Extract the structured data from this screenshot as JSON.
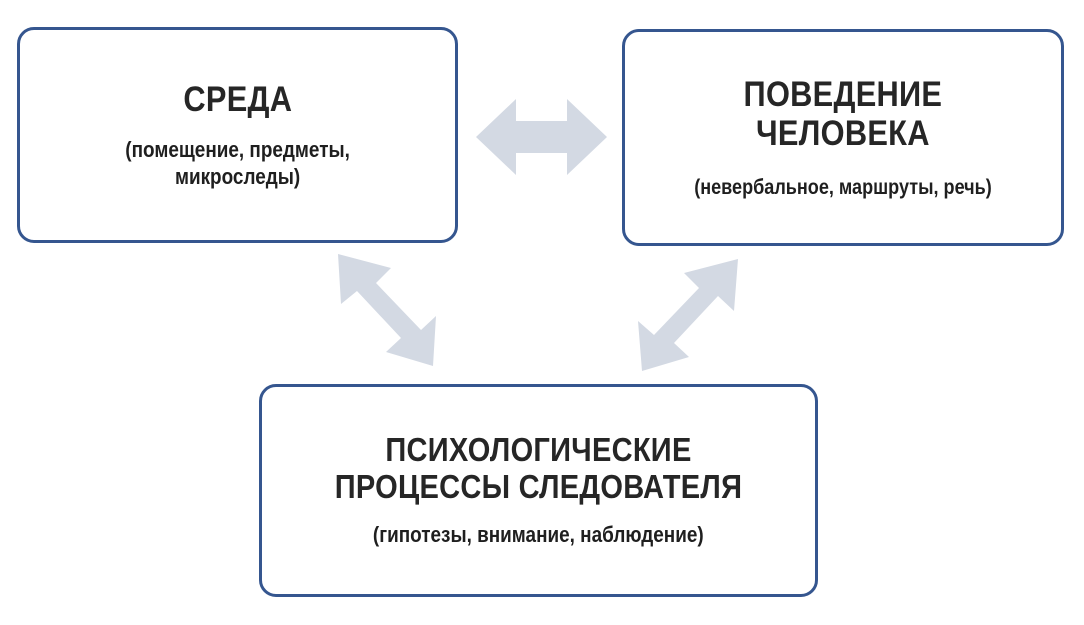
{
  "diagram": {
    "type": "triad-relationship-diagram",
    "language": "ru",
    "background_color": "#FFFFFF",
    "node_border_color": "#35568F",
    "node_fill_color": "#FFFFFF",
    "arrow_color": "#D3D9E3",
    "text_color": "#262626",
    "nodes": [
      {
        "id": "environment",
        "title": "СРЕДА",
        "subtitle": "(помещение, предметы,\nмикроследы)",
        "position": "top-left"
      },
      {
        "id": "behavior",
        "title": "ПОВЕДЕНИЕ\nЧЕЛОВЕКА",
        "subtitle": "(невербальное, маршруты, речь)",
        "position": "top-right"
      },
      {
        "id": "psychological-processes",
        "title": "ПСИХОЛОГИЧЕСКИЕ\nПРОЦЕССЫ СЛЕДОВАТЕЛЯ",
        "subtitle": "(гипотезы, внимание, наблюдение)",
        "position": "bottom-center"
      }
    ],
    "connections": [
      {
        "id": "environment-behavior",
        "from": "environment",
        "to": "behavior",
        "style": "double-headed",
        "orientation": "horizontal"
      },
      {
        "id": "environment-psychological-processes",
        "from": "environment",
        "to": "psychological-processes",
        "style": "double-headed",
        "orientation": "diagonal-nw-se"
      },
      {
        "id": "behavior-psychological-processes",
        "from": "behavior",
        "to": "psychological-processes",
        "style": "double-headed",
        "orientation": "diagonal-ne-sw"
      }
    ]
  }
}
